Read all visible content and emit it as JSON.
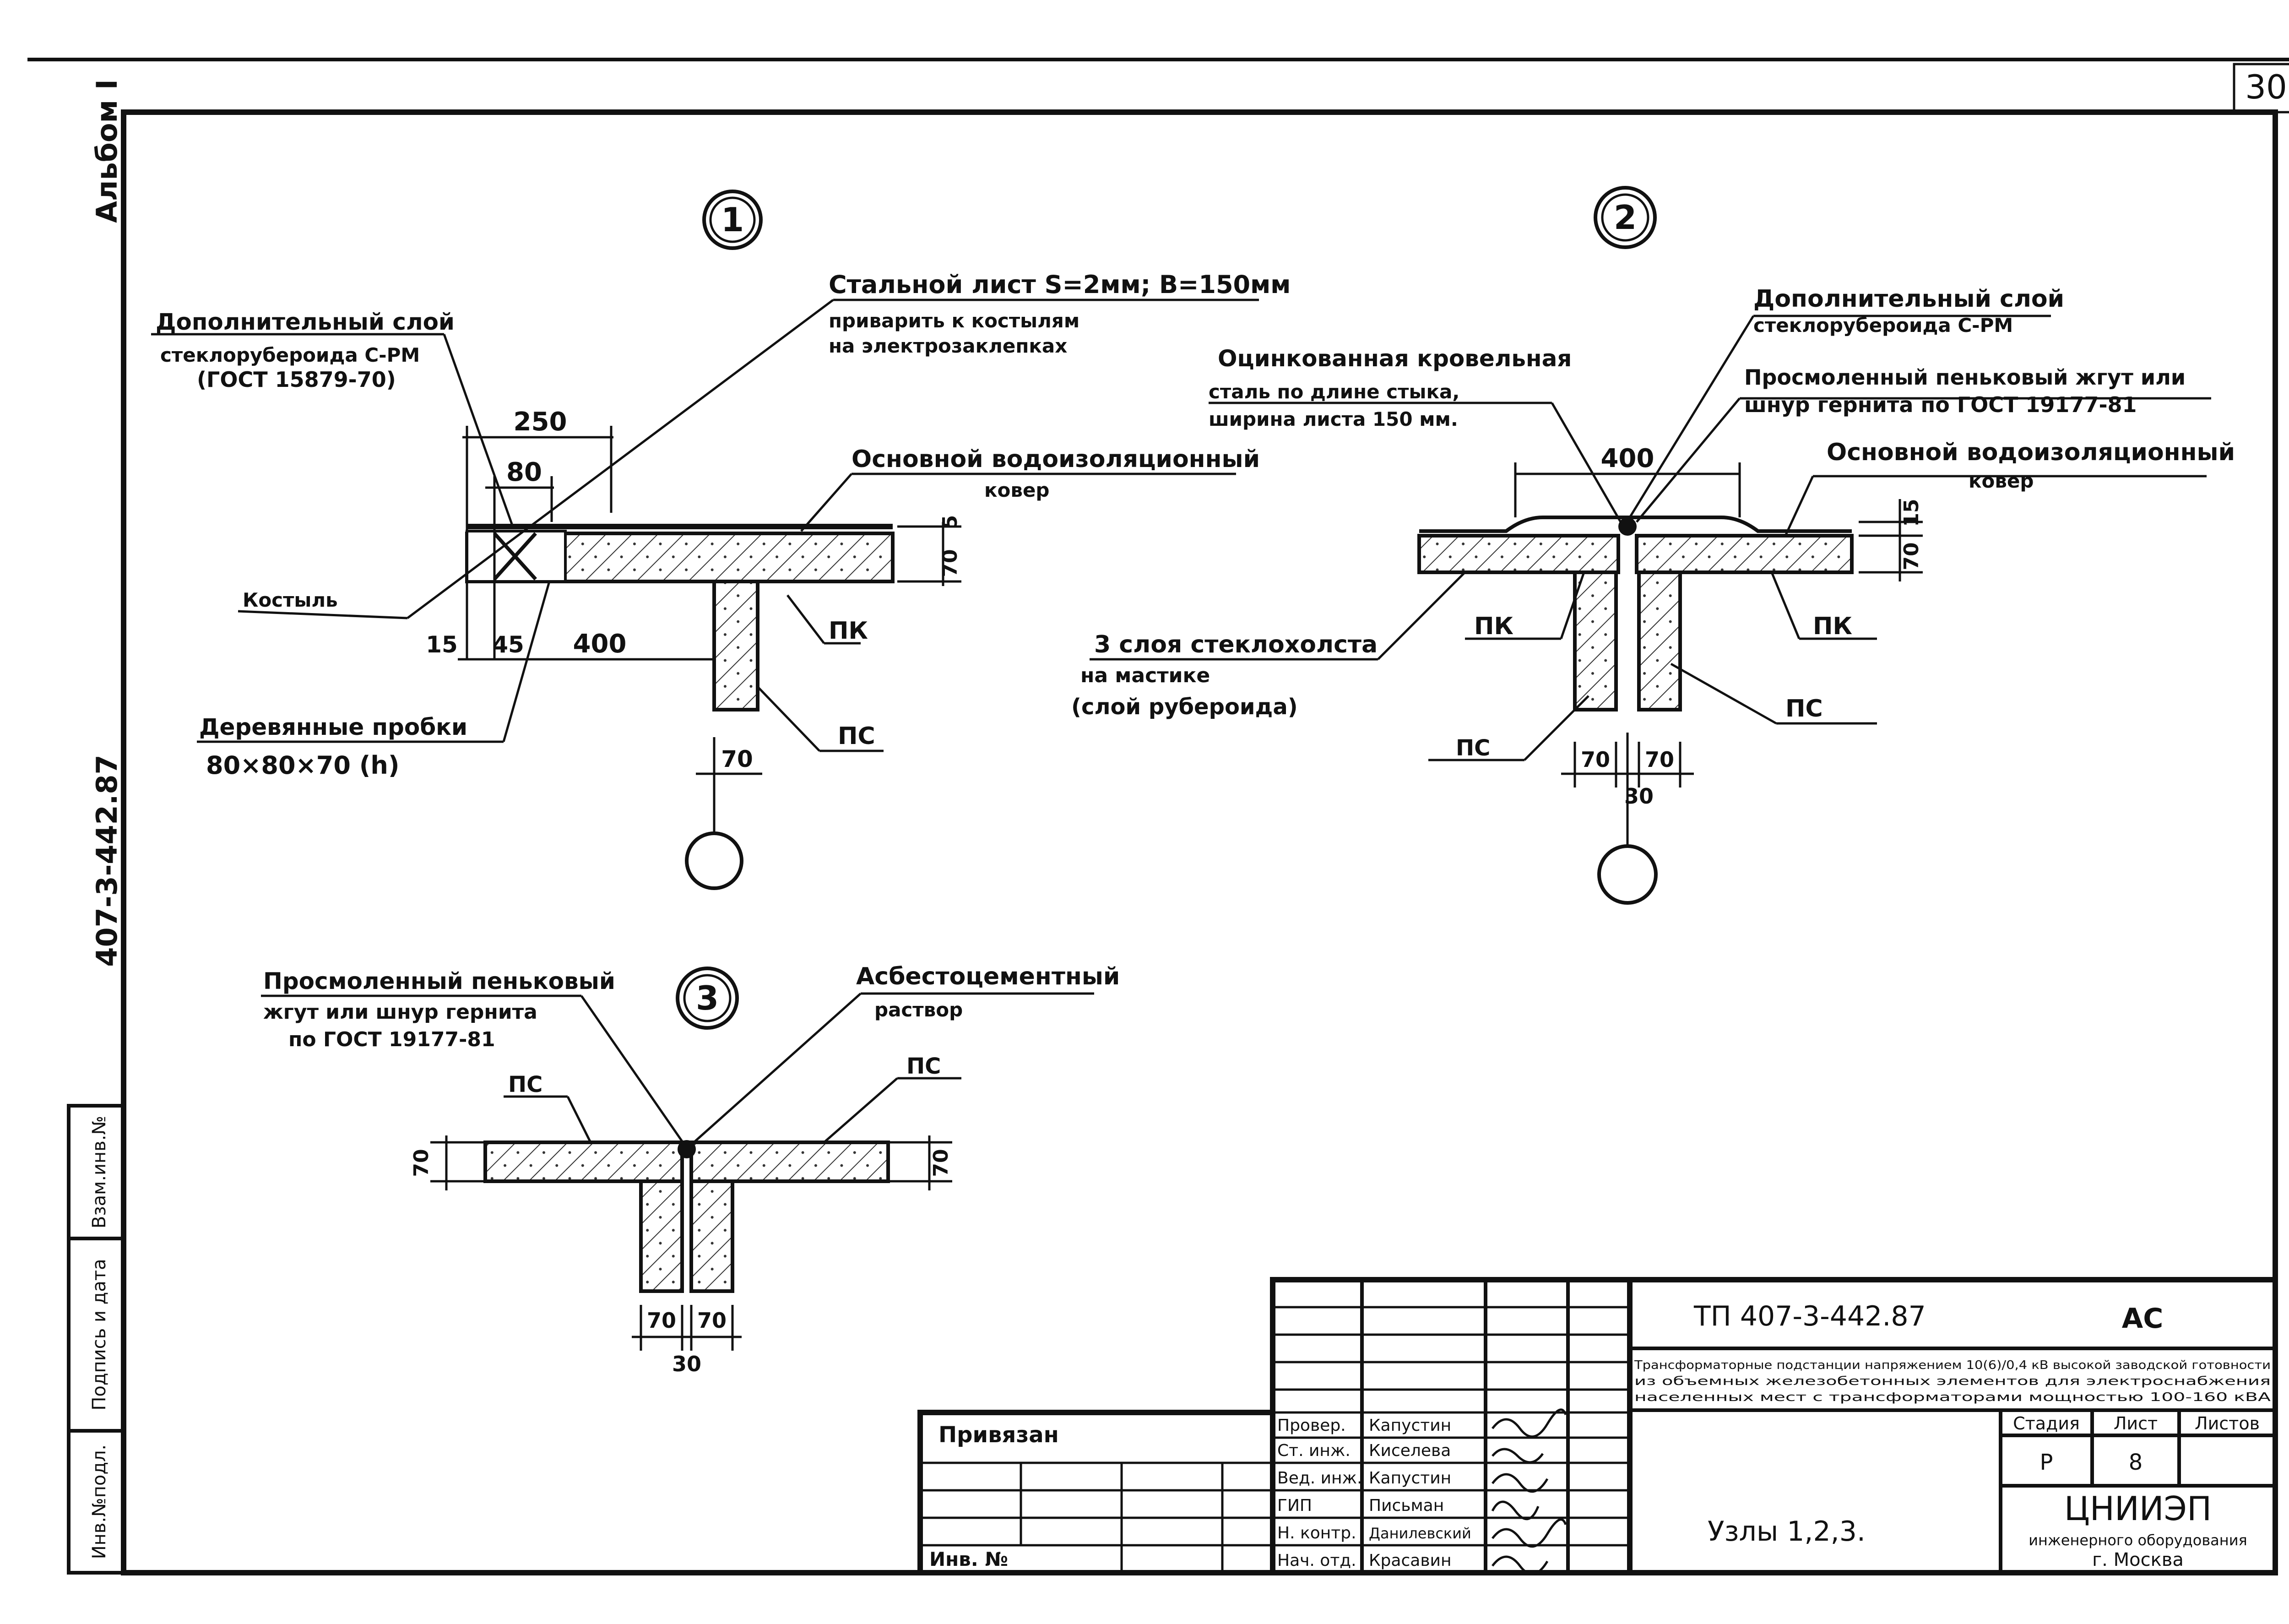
{
  "sheet": {
    "page_number": "30",
    "album_label": "Альбом I",
    "project_code_side": "407-3-442.87",
    "side_stamp": {
      "inv_podl": "Инв.№подл.",
      "podpis_data": "Подпись и дата",
      "vzam_inv": "Взам.инв.№"
    }
  },
  "node1": {
    "number": "1",
    "label_extra_layer": "Дополнительный слой",
    "label_extra_layer_2": "стеклорубероида С-РМ",
    "label_extra_layer_3": "(ГОСТ 15879-70)",
    "label_steel": "Стальной лист S=2мм; B=150мм",
    "label_steel_2": "приварить к костылям",
    "label_steel_3": "на электрозаклепках",
    "label_main_carpet": "Основной водоизоляционный",
    "label_main_carpet_2": "ковер",
    "label_kostyl": "Костыль",
    "label_wood": "Деревянные пробки",
    "label_wood_2": "80×80×70 (h)",
    "label_pk": "ПК",
    "label_ps": "ПС",
    "dim_250": "250",
    "dim_80": "80",
    "dim_15": "15",
    "dim_45": "45",
    "dim_400": "400",
    "dim_5": "5",
    "dim_70v": "70",
    "dim_70": "70"
  },
  "node2": {
    "number": "2",
    "label_extra_layer": "Дополнительный слой",
    "label_extra_layer_2": "стеклорубероида С-РМ",
    "label_galv": "Оцинкованная кровельная",
    "label_galv_2": "сталь по длине стыка,",
    "label_galv_3": "ширина листа 150 мм.",
    "label_hemp": "Просмоленный пеньковый жгут или",
    "label_hemp_2": "шнур гернита по ГОСТ 19177-81",
    "label_main_carpet": "Основной водоизоляционный",
    "label_main_carpet_2": "ковер",
    "label_glass": "3 слоя стеклохолста",
    "label_glass_2": "на мастике",
    "label_glass_3": "(слой рубероида)",
    "label_pk_left": "ПК",
    "label_pk_right": "ПК",
    "label_ps_left": "ПС",
    "label_ps_right": "ПС",
    "dim_400": "400",
    "dim_15": "15",
    "dim_70v": "70",
    "dim_70a": "70",
    "dim_70b": "70",
    "dim_30": "30"
  },
  "node3": {
    "number": "3",
    "label_hemp": "Просмоленный пеньковый",
    "label_hemp_2": "жгут или шнур гернита",
    "label_hemp_3": "по ГОСТ 19177-81",
    "label_asb": "Асбестоцементный",
    "label_asb_2": "раствор",
    "label_ps_left": "ПС",
    "label_ps_right": "ПС",
    "dim_70_left": "70",
    "dim_70_right": "70",
    "dim_70a": "70",
    "dim_70b": "70",
    "dim_30": "30"
  },
  "title_block": {
    "doc_code": "ТП 407-3-442.87",
    "section": "АС",
    "description_1": "Трансформаторные подстанции напряжением 10(6)/0,4 кВ высокой заводской готовности",
    "description_2": "из объемных железобетонных элементов для электроснабжения",
    "description_3": "населенных мест с трансформаторами мощностью 100-160 кВА",
    "stage_header": "Стадия",
    "sheet_header": "Лист",
    "sheets_header": "Листов",
    "stage": "Р",
    "sheet": "8",
    "sheets": "",
    "drawing_title": "Узлы 1,2,3.",
    "org_1": "ЦНИИЭП",
    "org_2": "инженерного оборудования",
    "org_3": "г. Москва",
    "privyazan": "Привязан",
    "inv_no": "Инв. №",
    "roles": [
      {
        "role": "Провер.",
        "name": "Капустин"
      },
      {
        "role": "Ст. инж.",
        "name": "Киселева"
      },
      {
        "role": "Вед. инж.",
        "name": "Капустин"
      },
      {
        "role": "ГИП",
        "name": "Письман"
      },
      {
        "role": "Н. контр.",
        "name": "Данилевский"
      },
      {
        "role": "Нач. отд.",
        "name": "Красавин"
      }
    ]
  }
}
